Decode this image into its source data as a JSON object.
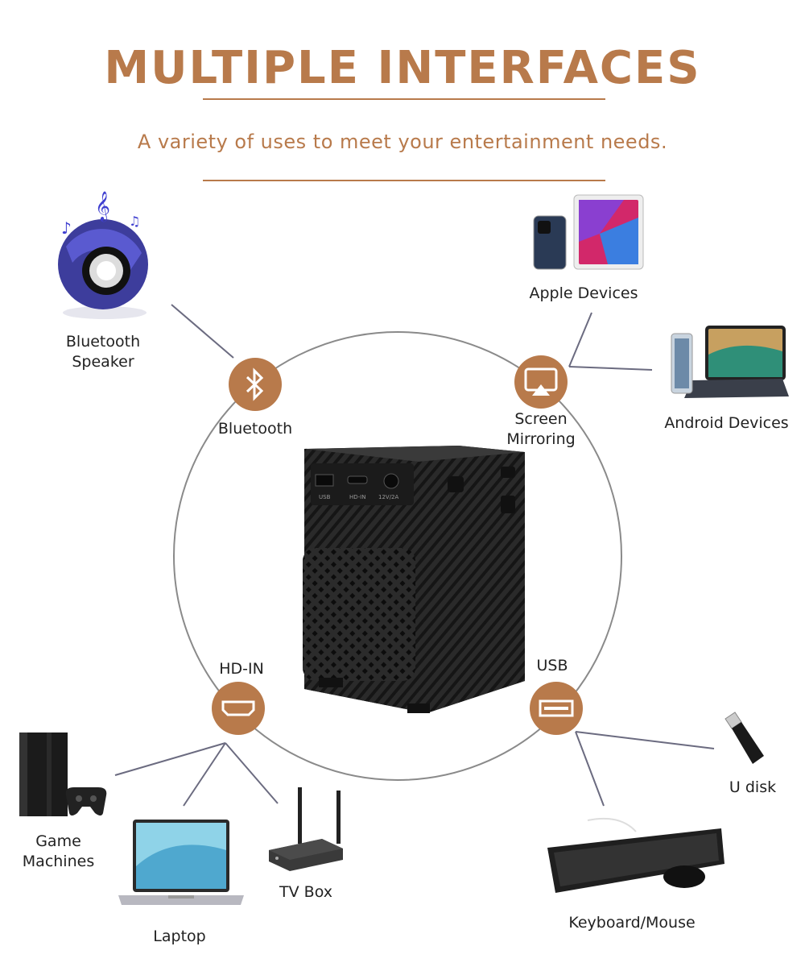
{
  "header": {
    "title": "MULTIPLE INTERFACES",
    "subtitle": "A variety of uses to meet your entertainment needs."
  },
  "interfaces": {
    "bluetooth": {
      "label": "Bluetooth",
      "icon": "bluetooth-icon"
    },
    "screen_mirroring": {
      "label_line1": "Screen",
      "label_line2": "Mirroring",
      "icon": "airplay-icon"
    },
    "hdmi": {
      "label": "HD-IN",
      "icon": "hdmi-port-icon"
    },
    "usb": {
      "label": "USB",
      "icon": "usb-port-icon"
    }
  },
  "devices": {
    "bluetooth_speaker": {
      "line1": "Bluetooth",
      "line2": "Speaker"
    },
    "apple_devices": {
      "label": "Apple Devices"
    },
    "android_devices": {
      "label": "Android Devices"
    },
    "game_machines": {
      "line1": "Game",
      "line2": "Machines"
    },
    "laptop": {
      "label": "Laptop"
    },
    "tv_box": {
      "label": "TV Box"
    },
    "u_disk": {
      "label": "U disk"
    },
    "keyboard_mouse": {
      "label": "Keyboard/Mouse"
    }
  },
  "projector": {
    "port_labels": [
      "USB",
      "HD-IN",
      "12V/2A"
    ]
  },
  "colors": {
    "accent": "#b87a4b",
    "connector": "#6b6b80",
    "circle": "#8a8a8a"
  }
}
